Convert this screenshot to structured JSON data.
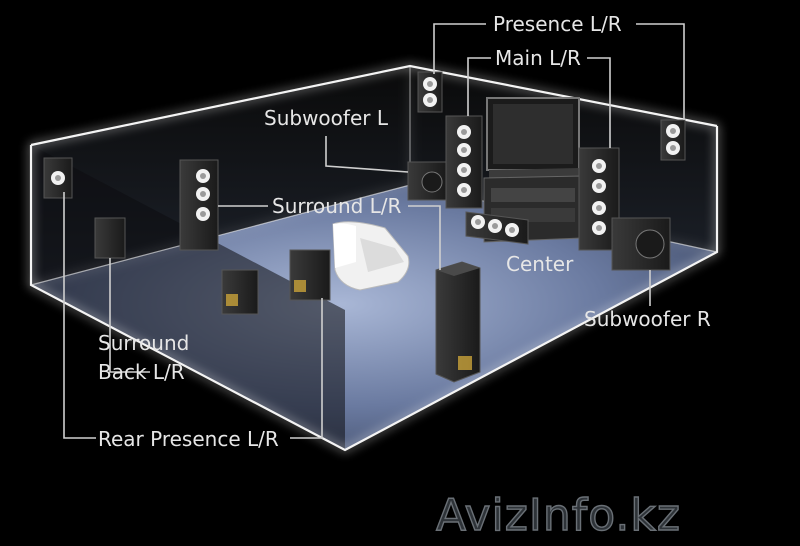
{
  "labels": {
    "presence": "Presence L/R",
    "main": "Main L/R",
    "subwoofer_l": "Subwoofer L",
    "surround": "Surround L/R",
    "center": "Center",
    "subwoofer_r": "Subwoofer R",
    "surround_back_1": "Surround",
    "surround_back_2": "Back L/R",
    "rear_presence": "Rear Presence L/R"
  },
  "watermark": "AvizInfo.kz",
  "colors": {
    "background": "#000000",
    "floor": "#5b6a8c",
    "room_glow": "#ffffff",
    "speaker_body": "#2a2a2a",
    "driver": "#e8e8e8"
  }
}
